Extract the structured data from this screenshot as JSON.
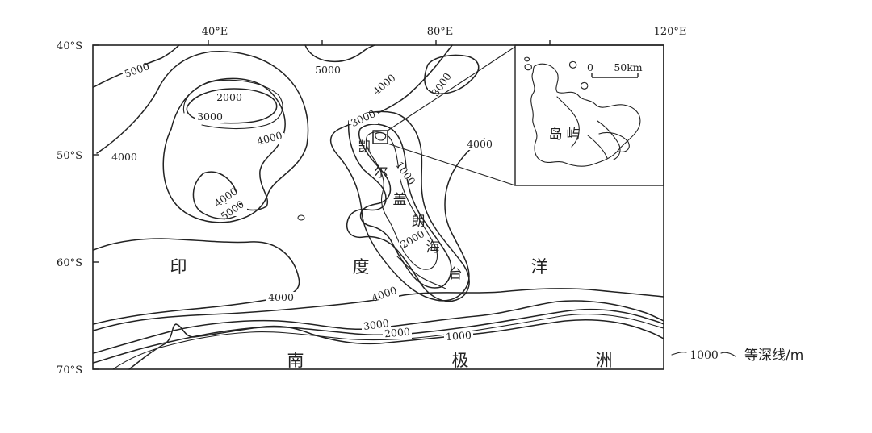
{
  "map": {
    "longitude_labels": [
      "40°E",
      "80°E",
      "120°E"
    ],
    "latitude_labels": [
      "40°S",
      "50°S",
      "60°S",
      "70°S"
    ],
    "ocean_chars": [
      "印",
      "度",
      "洋"
    ],
    "continent_chars": [
      "南",
      "极",
      "洲"
    ],
    "plateau_chars": [
      "凯",
      "尔",
      "盖",
      "朗",
      "海",
      "台"
    ],
    "contour_labels": {
      "c5000_a": "5000",
      "c5000_b": "5000",
      "c5000_c": "5000",
      "c2000_a": "2000",
      "c3000_a": "3000",
      "c4000_a": "4000",
      "c4000_b": "4000",
      "c4000_c": "4000",
      "c3000_b": "3000",
      "c4000_d": "4000",
      "c3000_c": "3000",
      "c1000_a": "1000",
      "c2000_b": "2000",
      "c4000_e": "4000",
      "c4000_f": "4000",
      "c4000_g": "4000",
      "c3000_d": "3000",
      "c2000_c": "2000",
      "c1000_b": "1000"
    }
  },
  "inset": {
    "scale_zero": "0",
    "scale_label": "50km",
    "island_chars": [
      "岛",
      "屿"
    ]
  },
  "legend": {
    "value": "1000",
    "label": "等深线/m"
  }
}
